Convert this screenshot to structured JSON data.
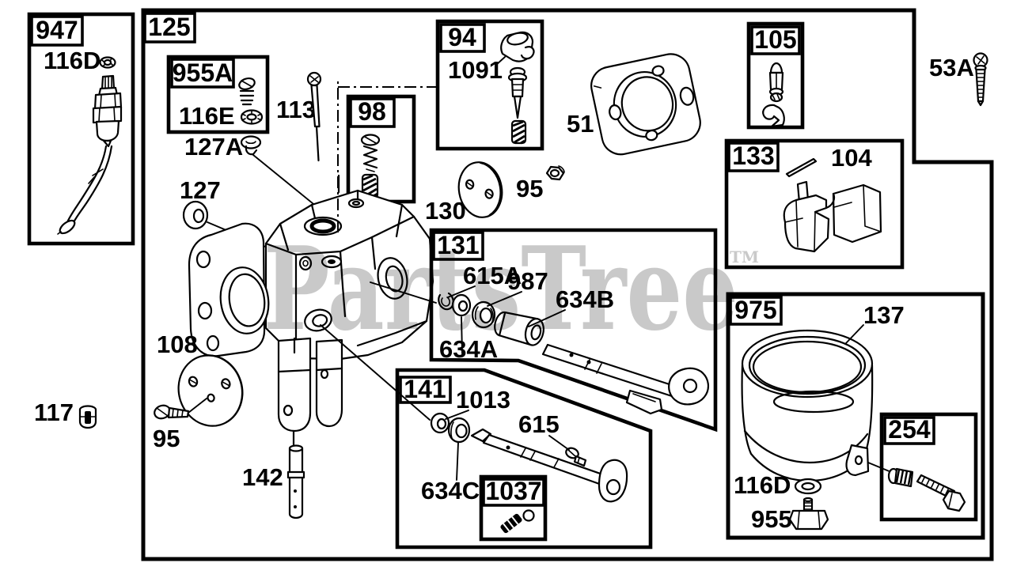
{
  "colors": {
    "ink": "#000000",
    "paper": "#ffffff",
    "watermark_gray": "#c9c9c9"
  },
  "watermark": {
    "text": "PartsTree",
    "tm": "TM"
  },
  "callout_boxes": {
    "947": "947",
    "125": "125",
    "955A": "955A",
    "98": "98",
    "94": "94",
    "105": "105",
    "133": "133",
    "131": "131",
    "141": "141",
    "1037": "1037",
    "975": "975",
    "254": "254"
  },
  "part_numbers": {
    "116D_top": "116D",
    "116E": "116E",
    "127A": "127A",
    "113": "113",
    "127": "127",
    "1091": "1091",
    "51": "51",
    "95_upper": "95",
    "130": "130",
    "53A": "53A",
    "104": "104",
    "615A": "615A",
    "987": "987",
    "634B": "634B",
    "634A": "634A",
    "108": "108",
    "95_lower": "95",
    "142": "142",
    "1013": "1013",
    "615": "615",
    "634C": "634C",
    "137": "137",
    "116D_bowl": "116D",
    "955": "955",
    "117": "117"
  }
}
